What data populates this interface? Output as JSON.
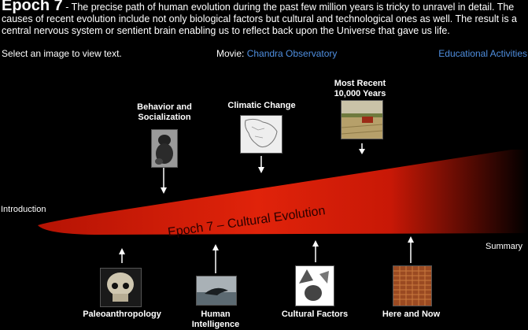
{
  "intro": {
    "title": "Epoch 7",
    "text": " - The precise path of human evolution during the past few million years is tricky to unravel in detail.  The causes of recent evolution include not only biological factors but cultural and technological ones as well. The result is a central nervous system or sentient brain enabling us to reflect back upon the Universe that gave us life."
  },
  "nav": {
    "select_text": "Select an image to view text.",
    "movie_label": "Movie:",
    "movie_link": "Chandra Observatory",
    "edu_link": "Educational Activities"
  },
  "timeline": {
    "band_label": "Epoch 7 – Cultural Evolution",
    "intro_label": "Introduction",
    "summary_label": "Summary"
  },
  "top_items": [
    {
      "label_line1": "Behavior and",
      "label_line2": "Socialization",
      "icon": "chimpanzee-icon"
    },
    {
      "label_line1": "Climatic Change",
      "label_line2": "",
      "icon": "map-icon"
    },
    {
      "label_line1": "Most Recent",
      "label_line2": "10,000 Years",
      "icon": "harvester-icon"
    }
  ],
  "bottom_items": [
    {
      "label_line1": "Paleoanthropology",
      "label_line2": "",
      "icon": "skull-icon"
    },
    {
      "label_line1": "Human",
      "label_line2": "Intelligence",
      "icon": "dolphin-icon"
    },
    {
      "label_line1": "Cultural Factors",
      "label_line2": "",
      "icon": "stone-tools-icon"
    },
    {
      "label_line1": "Here and Now",
      "label_line2": "",
      "icon": "microchip-icon"
    }
  ],
  "colors": {
    "band_start": "#d31a06",
    "band_end": "#000000",
    "link": "#4f8fe0",
    "band_text": "#2a0000"
  }
}
